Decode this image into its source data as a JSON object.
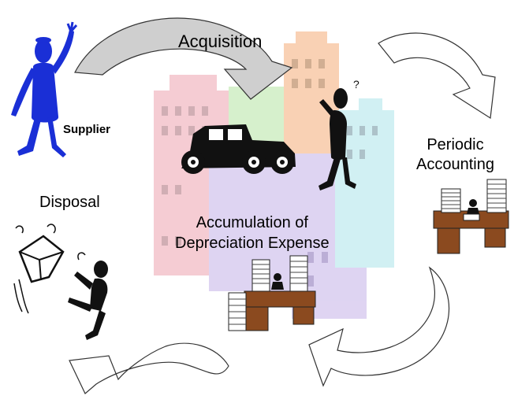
{
  "labels": {
    "acquisition": "Acquisition",
    "supplier": "Supplier",
    "periodic_line1": "Periodic",
    "periodic_line2": "Accounting",
    "disposal": "Disposal",
    "accumulation_line1": "Accumulation of",
    "accumulation_line2": "Depreciation Expense"
  },
  "icons": {
    "supplier": "waving-person-icon",
    "car": "vintage-car-icon",
    "thinker": "confused-person-icon",
    "desk": "desk-with-paper-stacks-icon",
    "disposal": "person-kicking-box-icon",
    "buildings": "city-buildings-illustration"
  },
  "colors": {
    "arrow_fill": "#cfcfcf",
    "arrow_stroke": "#333333",
    "supplier_blue": "#1a2fd6",
    "building_pink": "#f4c4cc",
    "building_peach": "#f9c9a8",
    "building_green": "#cfeec4",
    "building_purple": "#d9cdf0",
    "building_cyan": "#c9eef2",
    "desk_brown": "#8b4a1f"
  }
}
